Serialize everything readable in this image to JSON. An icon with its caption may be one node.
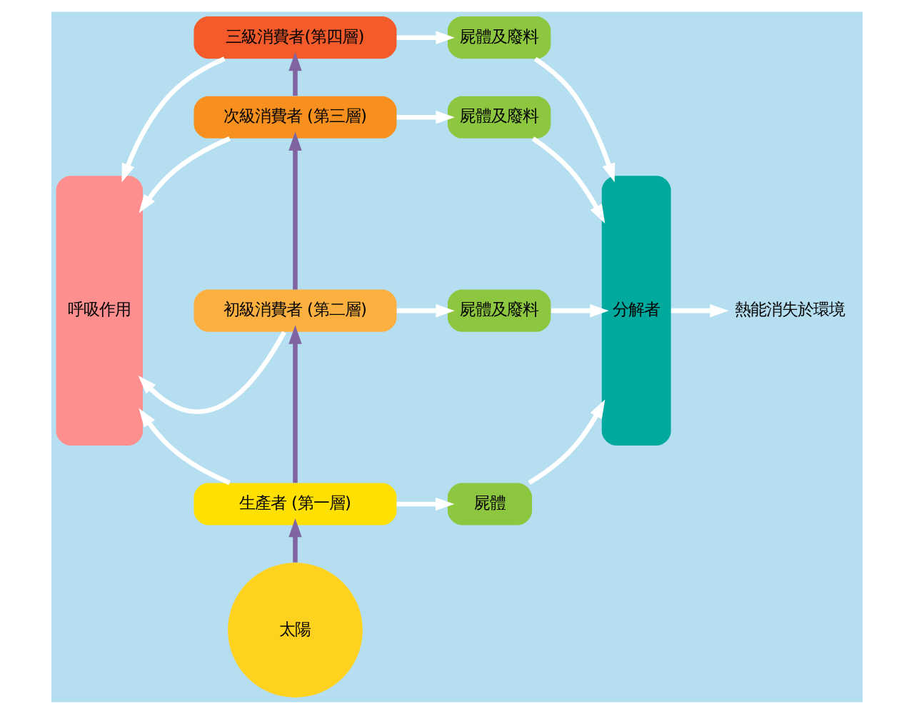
{
  "diagram": {
    "nodes": [
      {
        "text": [
          "呼吸作用"
        ]
      },
      {
        "text": [
          "三級消費者(第四層)"
        ]
      },
      {
        "text": [
          "屍體及廢料"
        ]
      },
      {
        "text": [
          "分解者"
        ]
      },
      {
        "text": [
          "熱能消失於環境"
        ]
      },
      {
        "text": [
          "次級消費者 (第三層)"
        ]
      },
      {
        "text": [
          "屍體及廢料"
        ]
      },
      {
        "text": [
          "初級消費者 (第二層)"
        ]
      },
      {
        "text": [
          "屍體及廢料"
        ]
      },
      {
        "text": [
          "生產者 (第一層)"
        ]
      },
      {
        "text": [
          "屍體"
        ]
      },
      {
        "text": [
          "太陽"
        ]
      }
    ],
    "edges": [
      {
        "from": 11,
        "to": 9,
        "arrow": "to",
        "color": "#8064a2"
      },
      {
        "from": 9,
        "to": 7,
        "arrow": "to",
        "color": "#8064a2"
      },
      {
        "from": 7,
        "to": 5,
        "arrow": "to",
        "color": "#8064a2"
      },
      {
        "from": 5,
        "to": 1,
        "arrow": "to",
        "color": "#8064a2"
      },
      {
        "from": 1,
        "to": 0,
        "arrow": "to"
      },
      {
        "from": 5,
        "to": 0,
        "arrow": "to"
      },
      {
        "from": 7,
        "to": 0,
        "arrow": "to"
      },
      {
        "from": 9,
        "to": 0,
        "arrow": "to"
      },
      {
        "from": 1,
        "to": 2,
        "arrow": "to"
      },
      {
        "from": 5,
        "to": 6,
        "arrow": "to"
      },
      {
        "from": 7,
        "to": 8,
        "arrow": "to"
      },
      {
        "from": 9,
        "to": 10,
        "arrow": "to"
      },
      {
        "from": 2,
        "to": 3,
        "arrow": "to"
      },
      {
        "from": 6,
        "to": 3,
        "arrow": "to"
      },
      {
        "from": 8,
        "to": 3,
        "arrow": "to"
      },
      {
        "from": 10,
        "to": 3,
        "arrow": "to"
      },
      {
        "from": 3,
        "to": 4,
        "arrow": "to"
      }
    ]
  }
}
